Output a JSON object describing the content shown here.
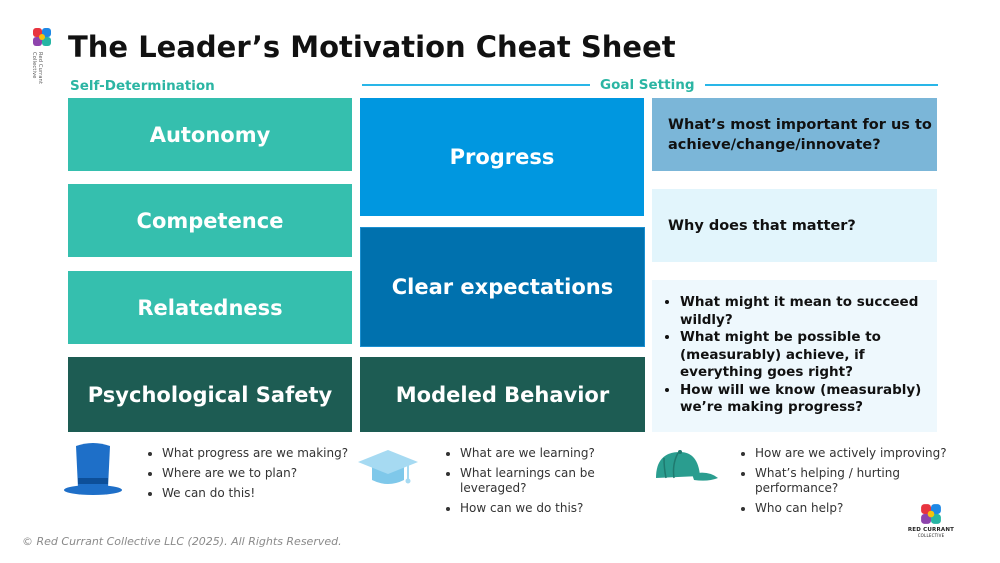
{
  "brand": {
    "vertical_name": "Red Currant Collective",
    "logo_text_line1": "RED CURRANT",
    "logo_text_line2": "COLLECTIVE",
    "colors": {
      "red": "#e8343f",
      "blue": "#1e88e5",
      "teal": "#26b5a4",
      "purple": "#8e44ad",
      "yellow": "#f4c20d"
    }
  },
  "title": "The Leader’s Motivation Cheat Sheet",
  "sections": {
    "self_determination": "Self-Determination",
    "goal_setting": "Goal Setting"
  },
  "left_boxes": {
    "autonomy": "Autonomy",
    "competence": "Competence",
    "relatedness": "Relatedness",
    "psych_safety": "Psychological Safety"
  },
  "middle_boxes": {
    "progress": "Progress",
    "clear_expectations": "Clear expectations",
    "modeled_behavior": "Modeled Behavior"
  },
  "questions": {
    "q1": "What’s most important for us to achieve/change/innovate?",
    "q2": "Why does that matter?",
    "bullets": [
      "What might it mean to succeed wildly?",
      "What might be possible to (measurably) achieve, if everything goes right?",
      "How will we know (measurably) we’re making progress?"
    ]
  },
  "icons": {
    "top_hat": "top-hat-icon",
    "grad_cap": "graduation-cap-icon",
    "baseball_cap": "baseball-cap-icon"
  },
  "hat_lists": {
    "top_hat": [
      "What progress are we making?",
      "Where are we to plan?",
      "We can do this!"
    ],
    "grad_cap": [
      "What are we learning?",
      "What learnings can be leveraged?",
      "How can we do this?"
    ],
    "baseball_cap": [
      "How are we actively improving?",
      "What’s helping / hurting performance?",
      "Who can help?"
    ]
  },
  "copyright": "© Red Currant Collective LLC (2025). All Rights Reserved."
}
